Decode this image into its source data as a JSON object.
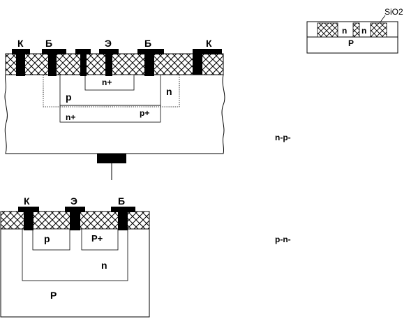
{
  "figure": {
    "top_transistor": {
      "terminals": [
        "К",
        "Б",
        "Э",
        "Б",
        "К"
      ],
      "regions": {
        "n_plus_emitter": "n+",
        "p_base": "p",
        "n_collector": "n",
        "n_plus_buried": "n+",
        "p_plus": "p+"
      }
    },
    "inset": {
      "oxide": "SiO2",
      "pockets": [
        "n",
        "n"
      ],
      "substrate": "P"
    },
    "captions": {
      "npn": "n-p-",
      "pnp": "p-n-"
    },
    "bottom_transistor": {
      "terminals": [
        "К",
        "Э",
        "Б"
      ],
      "regions": {
        "p_collector": "p",
        "p_plus_emitter": "P+",
        "n_base": "n",
        "p_substrate": "P"
      }
    }
  },
  "colors": {
    "ink": "#000000",
    "paper": "#ffffff"
  }
}
